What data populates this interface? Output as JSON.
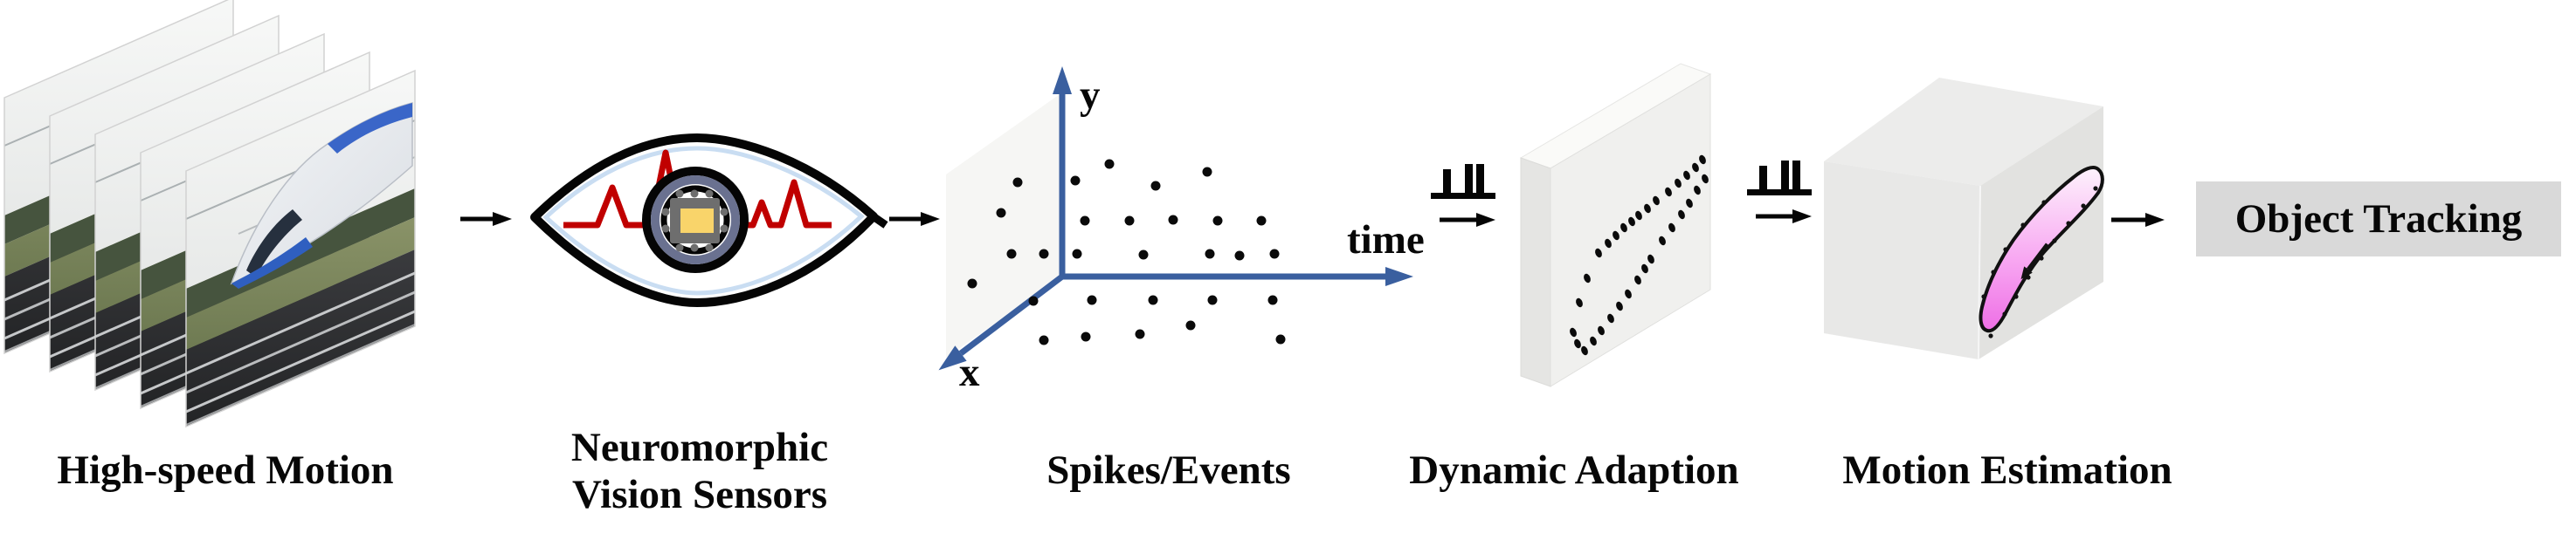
{
  "labels": {
    "high_speed_motion": "High-speed Motion",
    "neuromorphic_line1": "Neuromorphic",
    "neuromorphic_line2": "Vision Sensors",
    "spikes_events": "Spikes/Events",
    "dynamic_adaption": "Dynamic Adaption",
    "motion_estimation": "Motion Estimation",
    "object_tracking": "Object Tracking"
  },
  "axis_labels": {
    "x": "x",
    "y": "y",
    "time": "time"
  },
  "icons": {
    "eye_sensor": "neuromorphic-eye-icon",
    "chip": "microchip-icon",
    "spike_train": "spike-train-icon",
    "flow_arrow": "right-arrow-icon",
    "frame_stack": "video-frame-stack-icon",
    "event_cloud": "spatiotemporal-scatter-icon",
    "adaption_panel": "event-plane-icon",
    "estimation_cube": "motion-cube-icon",
    "motion_blob": "tracked-object-blob-icon"
  },
  "colors": {
    "axis_blue": "#3a5f9f",
    "waveform_red": "#c00000",
    "eye_inner_blue": "#c9ddf2",
    "pupil_ring_slate": "#6a7190",
    "chip_gray": "#6e6e6e",
    "chip_core_yellow": "#f9d46a",
    "blob_pink_light": "#fcf0fb",
    "blob_pink_dark": "#ee6fe5",
    "object_tracking_bg": "#d9d9d9",
    "dot_black": "#0a0a0a"
  },
  "scatter": {
    "dots": [
      [
        1270,
        188
      ],
      [
        1382,
        197
      ],
      [
        1165,
        209
      ],
      [
        1231,
        207
      ],
      [
        1323,
        213
      ],
      [
        1146,
        244
      ],
      [
        1242,
        253
      ],
      [
        1293,
        253
      ],
      [
        1343,
        252
      ],
      [
        1394,
        253
      ],
      [
        1444,
        253
      ],
      [
        1158,
        291
      ],
      [
        1195,
        291
      ],
      [
        1233,
        291
      ],
      [
        1309,
        292
      ],
      [
        1385,
        291
      ],
      [
        1419,
        293
      ],
      [
        1459,
        291
      ],
      [
        1113,
        325
      ],
      [
        1183,
        345
      ],
      [
        1250,
        344
      ],
      [
        1320,
        344
      ],
      [
        1388,
        344
      ],
      [
        1457,
        344
      ],
      [
        1195,
        390
      ],
      [
        1243,
        386
      ],
      [
        1305,
        383
      ],
      [
        1363,
        373
      ],
      [
        1466,
        389
      ]
    ]
  },
  "panel": {
    "dots": [
      [
        1830,
        290
      ],
      [
        1841,
        279
      ],
      [
        1850,
        270
      ],
      [
        1859,
        261
      ],
      [
        1868,
        254
      ],
      [
        1876,
        247
      ],
      [
        1886,
        239
      ],
      [
        1896,
        230
      ],
      [
        1910,
        220
      ],
      [
        1921,
        210
      ],
      [
        1931,
        201
      ],
      [
        1941,
        192
      ],
      [
        1949,
        183
      ],
      [
        1814,
        402
      ],
      [
        1824,
        391
      ],
      [
        1833,
        379
      ],
      [
        1844,
        365
      ],
      [
        1854,
        351
      ],
      [
        1864,
        337
      ],
      [
        1875,
        321
      ],
      [
        1883,
        308
      ],
      [
        1890,
        297
      ],
      [
        1903,
        276
      ],
      [
        1914,
        261
      ],
      [
        1925,
        246
      ],
      [
        1934,
        233
      ],
      [
        1943,
        218
      ],
      [
        1952,
        205
      ],
      [
        1817,
        319
      ],
      [
        1808,
        347
      ],
      [
        1801,
        381
      ],
      [
        1806,
        394
      ]
    ]
  }
}
